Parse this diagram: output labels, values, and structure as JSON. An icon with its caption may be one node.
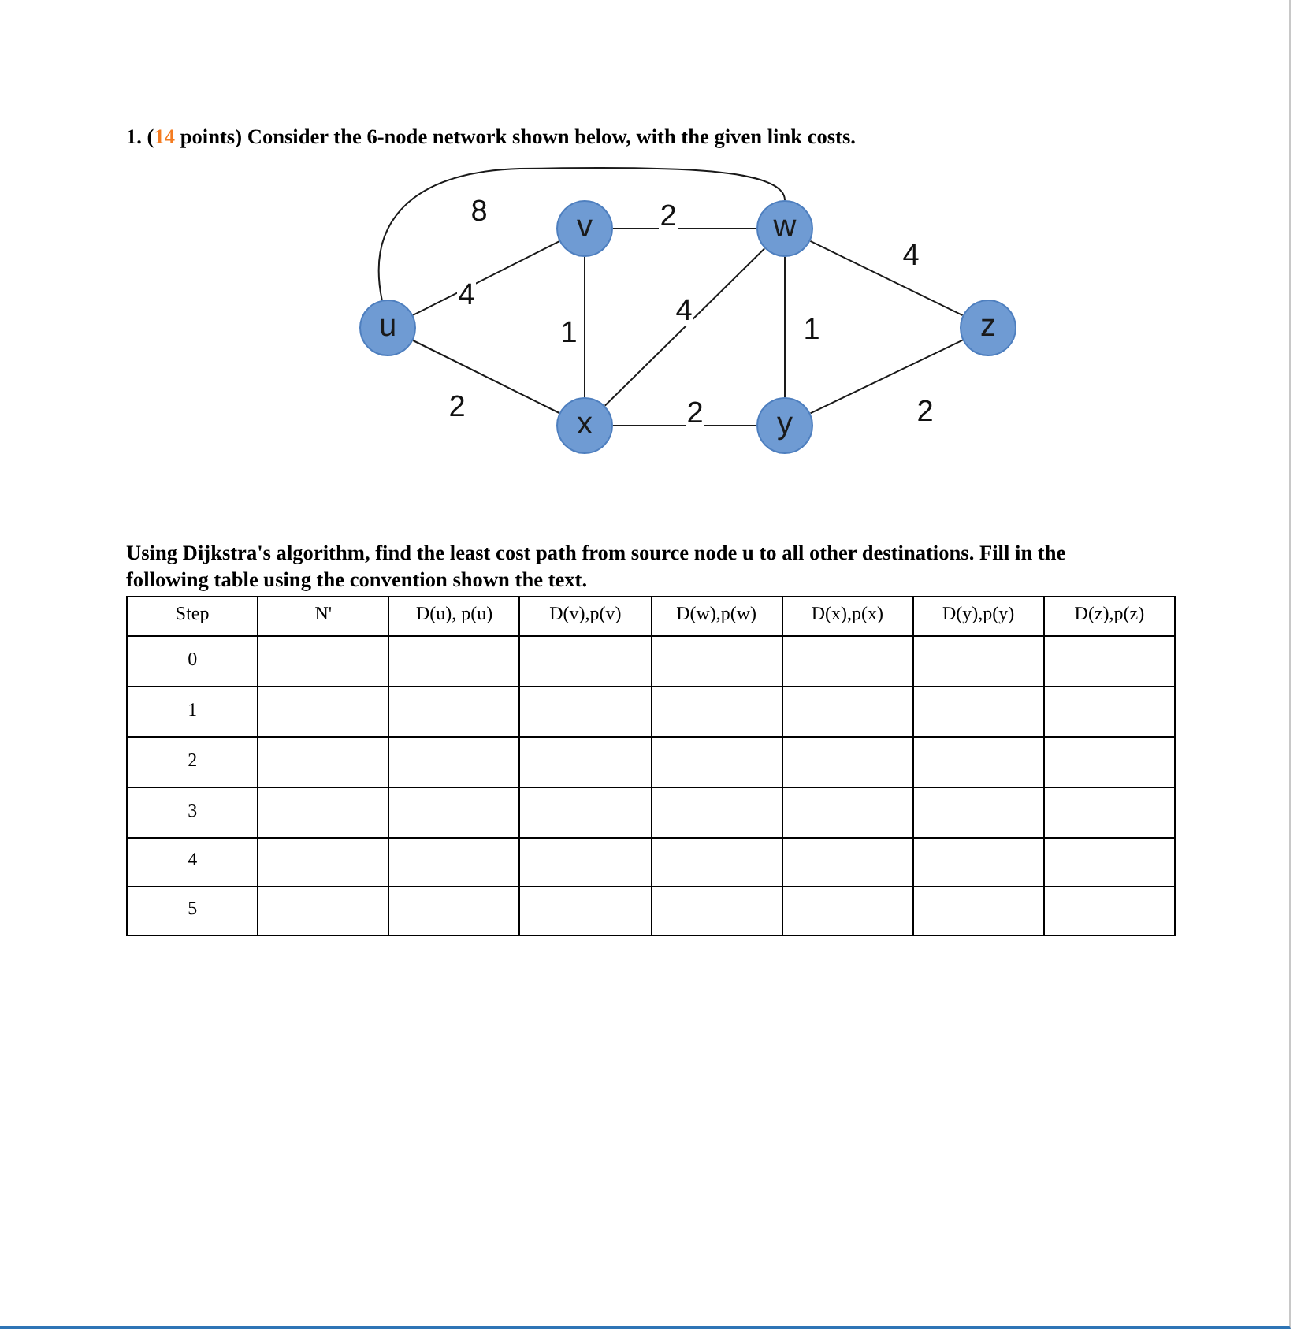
{
  "diagram": {
    "title": "1. (14 points) Consider the 6-node network shown below, with the given link costs.",
    "nodes": [
      {
        "text": [
          "v"
        ]
      },
      {
        "text": [
          "w"
        ]
      },
      {
        "text": [
          "u"
        ]
      },
      {
        "text": [
          "z"
        ]
      },
      {
        "text": [
          "x"
        ]
      },
      {
        "text": [
          "y"
        ]
      }
    ],
    "edges": [
      {
        "from": 2,
        "to": 1,
        "arrow": "none",
        "label": "8"
      },
      {
        "from": 0,
        "to": 1,
        "arrow": "none",
        "label": "2"
      },
      {
        "from": 2,
        "to": 0,
        "arrow": "none",
        "label": "4"
      },
      {
        "from": 0,
        "to": 4,
        "arrow": "none",
        "label": "1"
      },
      {
        "from": 1,
        "to": 4,
        "arrow": "none",
        "label": "4"
      },
      {
        "from": 1,
        "to": 5,
        "arrow": "none",
        "label": "1"
      },
      {
        "from": 1,
        "to": 3,
        "arrow": "none",
        "label": "4"
      },
      {
        "from": 2,
        "to": 4,
        "arrow": "none",
        "label": "2"
      },
      {
        "from": 4,
        "to": 5,
        "arrow": "none",
        "label": "2"
      },
      {
        "from": 5,
        "to": 3,
        "arrow": "none",
        "label": "2"
      }
    ],
    "labels": [
      "Using Dijkstra's algorithm, find the least cost path from source node u to all other destinations. Fill in the following table using the convention shown the text.",
      "Step",
      "N'",
      "D(u), p(u)",
      "D(v),p(v)",
      "D(w),p(w)",
      "D(x),p(x)",
      "D(y),p(y)",
      "D(z),p(z)",
      "0",
      "1",
      "2",
      "3",
      "4",
      "5"
    ]
  }
}
